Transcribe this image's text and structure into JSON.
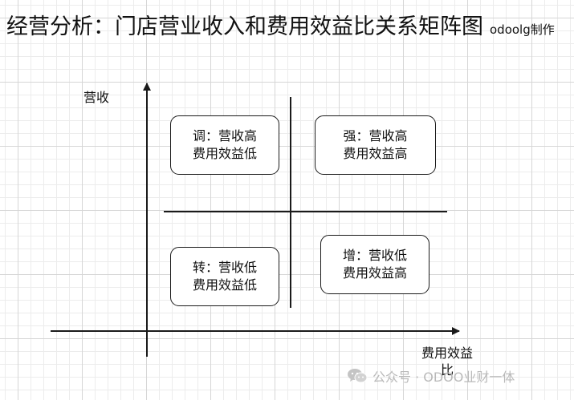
{
  "title": {
    "main": "经营分析：门店营业收入和费用效益比关系矩阵图",
    "sub": "odoolg制作"
  },
  "axes": {
    "y_label": "营收",
    "x_label": "费用效益比"
  },
  "quadrants": {
    "top_left": {
      "line1": "调：营收高",
      "line2": "费用效益低"
    },
    "top_right": {
      "line1": "强：营收高",
      "line2": "费用效益高"
    },
    "bottom_left": {
      "line1": "转：营收低",
      "line2": "费用效益低"
    },
    "bottom_right": {
      "line1": "增：营收低",
      "line2": "费用效益高"
    }
  },
  "watermark": {
    "icon": "wechat-icon",
    "text": "公众号 · ODOO业财一体"
  },
  "colors": {
    "line": "#1a1a1a",
    "watermark": "#b9b9b9"
  }
}
